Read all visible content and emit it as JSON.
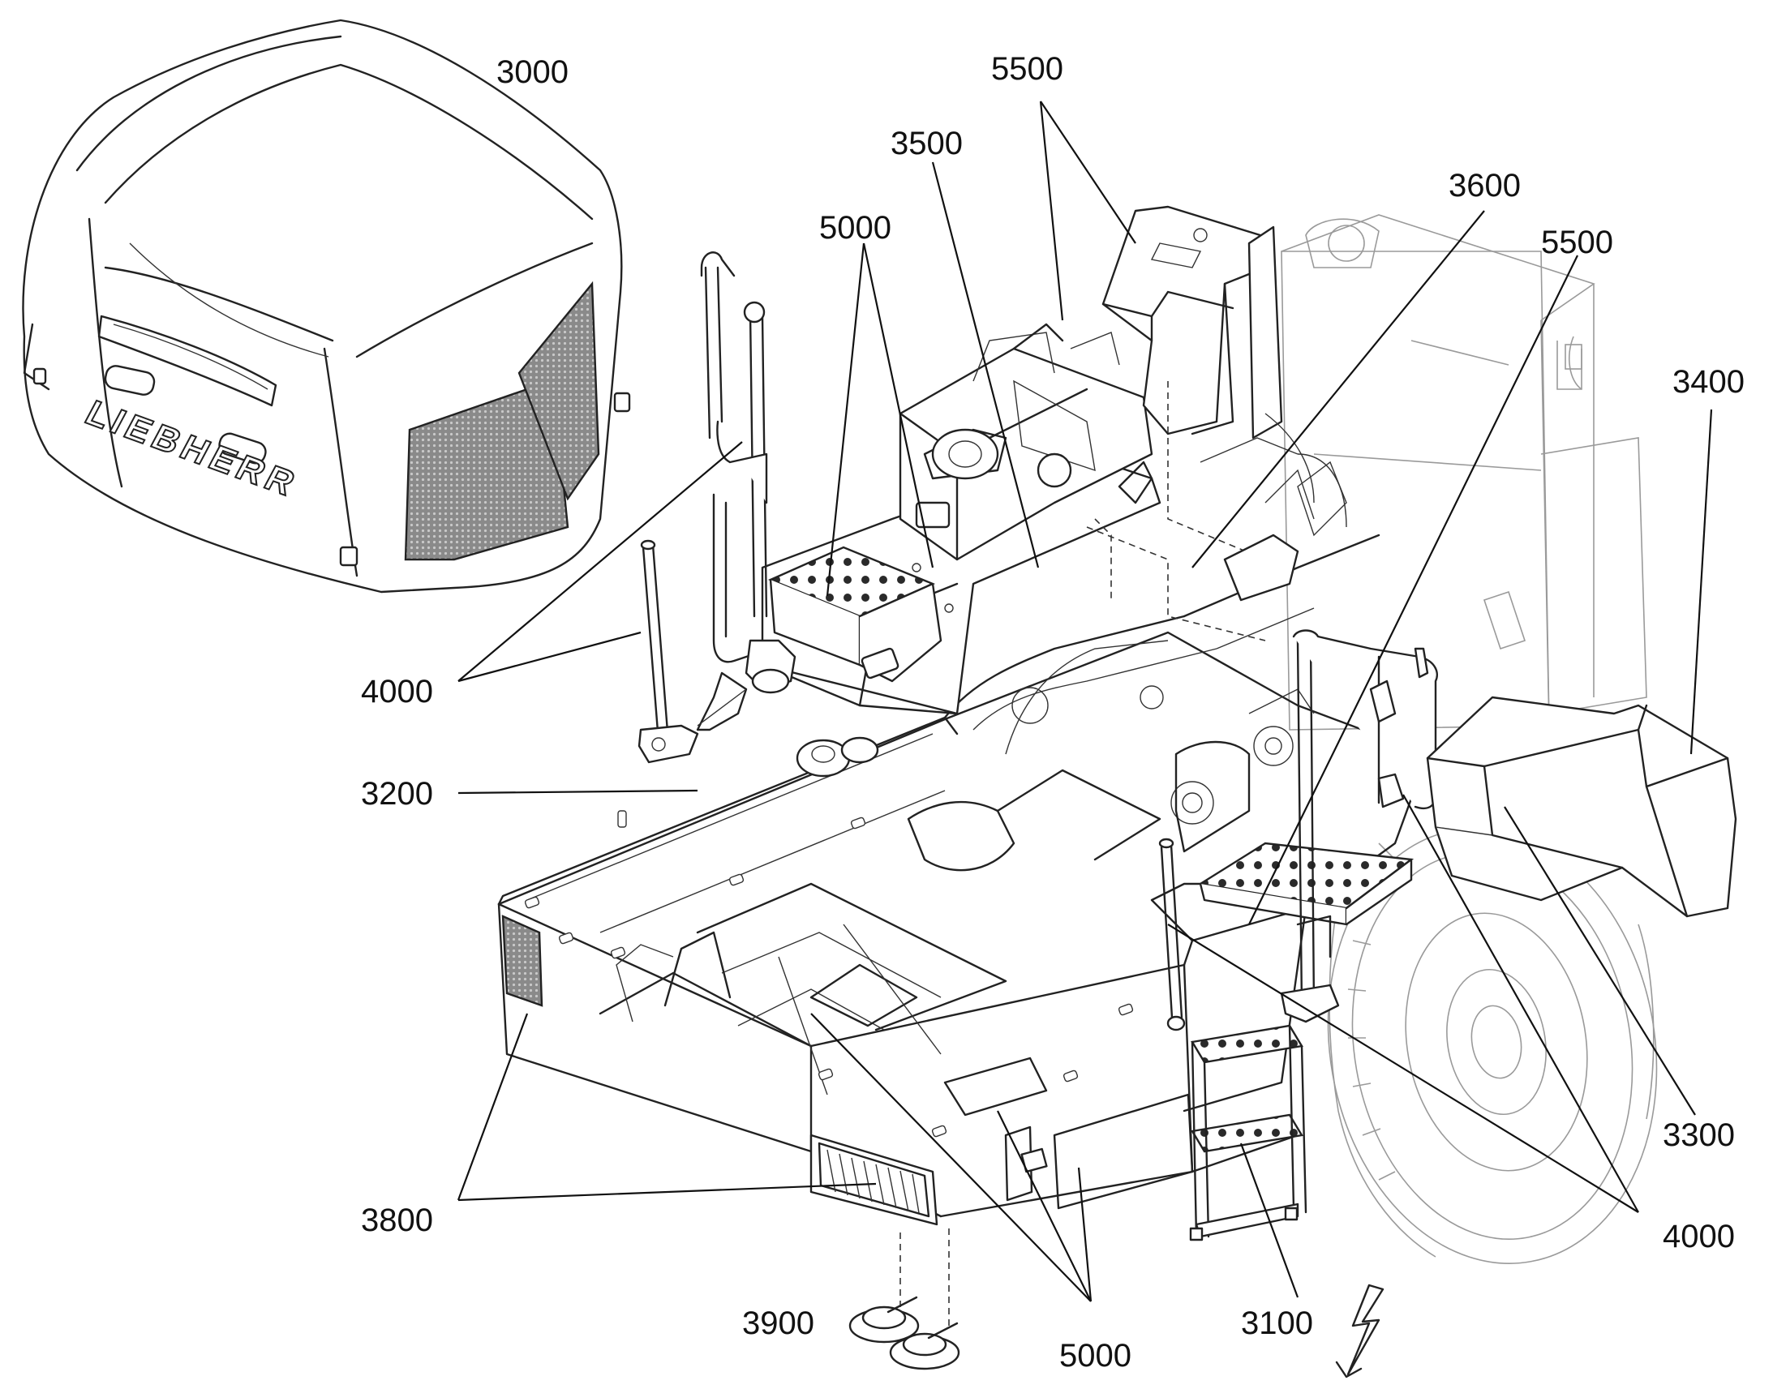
{
  "diagram": {
    "brand_text": "LIEBHERR",
    "callouts": [
      {
        "id": "3000",
        "label": "3000"
      },
      {
        "id": "5500a",
        "label": "5500"
      },
      {
        "id": "3500",
        "label": "3500"
      },
      {
        "id": "3600",
        "label": "3600"
      },
      {
        "id": "5500b",
        "label": "5500"
      },
      {
        "id": "5000a",
        "label": "5000"
      },
      {
        "id": "3400",
        "label": "3400"
      },
      {
        "id": "4000a",
        "label": "4000"
      },
      {
        "id": "3200",
        "label": "3200"
      },
      {
        "id": "3800",
        "label": "3800"
      },
      {
        "id": "3300",
        "label": "3300"
      },
      {
        "id": "4000b",
        "label": "4000"
      },
      {
        "id": "3900",
        "label": "3900"
      },
      {
        "id": "5000b",
        "label": "5000"
      },
      {
        "id": "3100",
        "label": "3100"
      }
    ],
    "symbols": {
      "electrical": "lightning-bolt-icon"
    }
  }
}
